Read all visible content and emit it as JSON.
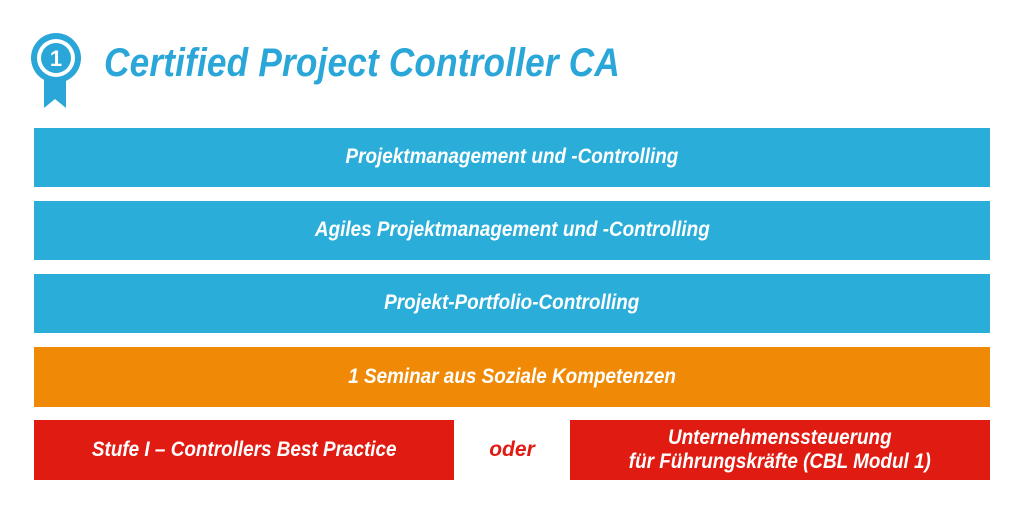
{
  "title": "Certified Project Controller CA",
  "badge": {
    "icon": "ribbon-badge-icon",
    "number": "1",
    "color": "#2aa7d8"
  },
  "modules": [
    {
      "label": "Projektmanagement und -Controlling",
      "color": "#2aaed9"
    },
    {
      "label": "Agiles Projektmanagement und -Controlling",
      "color": "#2aaed9"
    },
    {
      "label": "Projekt-Portfolio-Controlling",
      "color": "#2aaed9"
    },
    {
      "label": "1 Seminar aus Soziale Kompetenzen",
      "color": "#f08a06"
    }
  ],
  "choice": {
    "left": "Stufe I – Controllers Best Practice",
    "separator": "oder",
    "right_line1": "Unternehmenssteuerung",
    "right_line2": "für Führungskräfte (CBL Modul 1)",
    "color": "#e01b12"
  }
}
